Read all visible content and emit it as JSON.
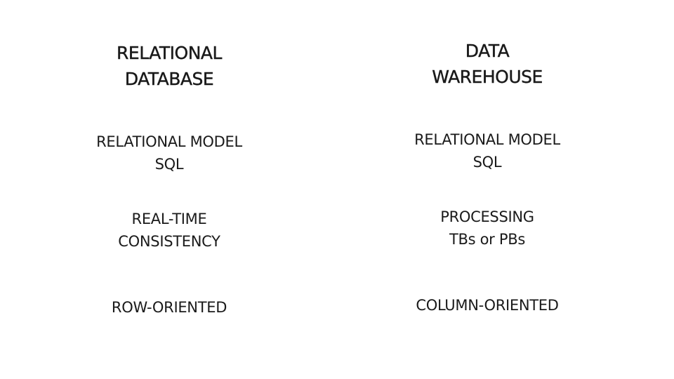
{
  "left": {
    "heading": [
      "RELATIONAL",
      "DATABASE"
    ],
    "model": [
      "RELATIONAL MODEL",
      "SQL"
    ],
    "consistency": [
      "REAL-TIME",
      "CONSISTENCY"
    ],
    "orientation": "ROW-ORIENTED"
  },
  "right": {
    "heading": [
      "DATA",
      "WAREHOUSE"
    ],
    "model": [
      "RELATIONAL MODEL",
      "SQL"
    ],
    "processing": [
      "PROCESSING",
      "TBs or PBs"
    ],
    "orientation": "COLUMN-ORIENTED"
  }
}
